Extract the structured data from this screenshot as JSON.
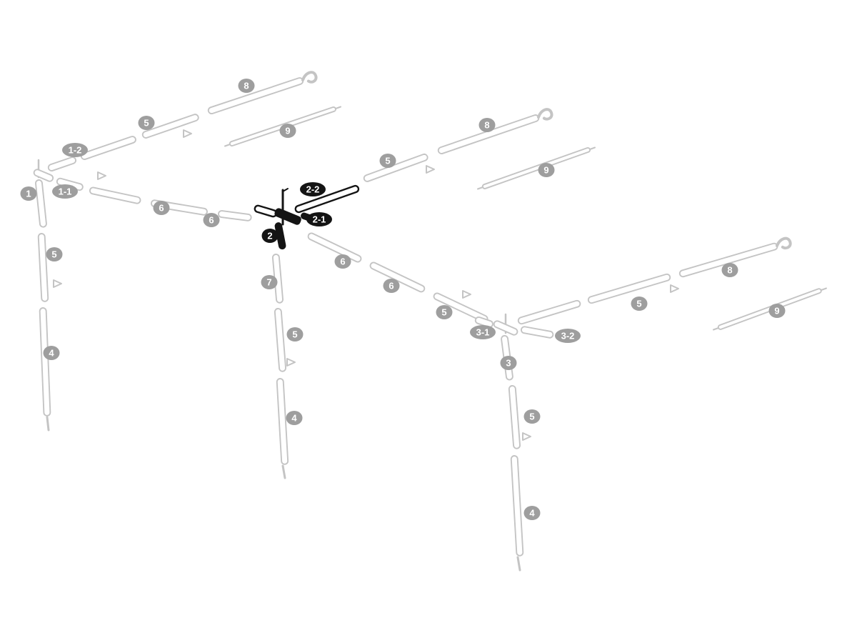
{
  "badges": {
    "corner1_piece_top": {
      "label": "1-2",
      "emphasis": false
    },
    "corner1": {
      "label": "1",
      "emphasis": false
    },
    "corner1_piece_right": {
      "label": "1-1",
      "emphasis": false
    },
    "left_leg_upper": {
      "label": "5",
      "emphasis": false
    },
    "left_leg_lower": {
      "label": "4",
      "emphasis": false
    },
    "left_roof_inner": {
      "label": "5",
      "emphasis": false
    },
    "left_roof_outer": {
      "label": "8",
      "emphasis": false
    },
    "left_roof_spreader": {
      "label": "9",
      "emphasis": false
    },
    "left_beam_1": {
      "label": "6",
      "emphasis": false
    },
    "left_beam_2": {
      "label": "6",
      "emphasis": false
    },
    "corner2_piece_top": {
      "label": "2-2",
      "emphasis": true
    },
    "corner2_piece_right": {
      "label": "2-1",
      "emphasis": true
    },
    "corner2": {
      "label": "2",
      "emphasis": true
    },
    "center_leg_top": {
      "label": "7",
      "emphasis": false
    },
    "center_leg_upper": {
      "label": "5",
      "emphasis": false
    },
    "center_leg_lower": {
      "label": "4",
      "emphasis": false
    },
    "center_roof_inner": {
      "label": "5",
      "emphasis": false
    },
    "center_roof_outer": {
      "label": "8",
      "emphasis": false
    },
    "center_roof_spreader": {
      "label": "9",
      "emphasis": false
    },
    "right_beam_1": {
      "label": "6",
      "emphasis": false
    },
    "right_beam_2": {
      "label": "6",
      "emphasis": false
    },
    "right_beam_3": {
      "label": "5",
      "emphasis": false
    },
    "corner3_piece_left": {
      "label": "3-1",
      "emphasis": false
    },
    "corner3": {
      "label": "3",
      "emphasis": false
    },
    "corner3_piece_right": {
      "label": "3-2",
      "emphasis": false
    },
    "right_leg_upper": {
      "label": "5",
      "emphasis": false
    },
    "right_leg_lower": {
      "label": "4",
      "emphasis": false
    },
    "right_roof_inner": {
      "label": "5",
      "emphasis": false
    },
    "right_roof_outer": {
      "label": "8",
      "emphasis": false
    },
    "right_roof_spreader": {
      "label": "9",
      "emphasis": false
    }
  },
  "colors": {
    "bg": "#ffffff",
    "frame": "#c4c4c4",
    "badge": "#9e9e9e",
    "highlight": "#141414",
    "label": "#ffffff"
  }
}
